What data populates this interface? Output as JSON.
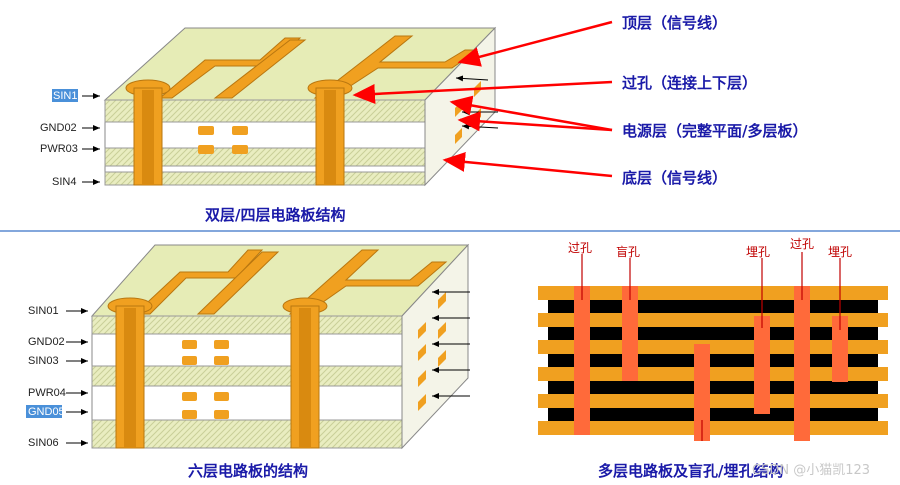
{
  "board_top": {
    "caption": "双层/四层电路板结构",
    "layers": [
      "SIN1",
      "GND02",
      "PWR03",
      "SIN4"
    ],
    "callouts": [
      "顶层（信号线）",
      "过孔（连接上下层）",
      "电源层（完整平面/多层板）",
      "底层（信号线）"
    ]
  },
  "board_six": {
    "caption": "六层电路板的结构",
    "layers": [
      "SIN01",
      "GND02",
      "SIN03",
      "PWR04",
      "GND05",
      "SIN06"
    ]
  },
  "multilayer": {
    "caption": "多层电路板及盲孔/埋孔结构",
    "hole_labels": [
      "过孔",
      "盲孔",
      "埋孔",
      "过孔",
      "埋孔"
    ]
  },
  "watermark": "CSDN @小猫凯123",
  "colors": {
    "copper": "#f0a020",
    "board": "#e8eeb8",
    "arrow": "#ff0000",
    "caption": "#1a1aa8",
    "divider": "#5a8ad0"
  }
}
